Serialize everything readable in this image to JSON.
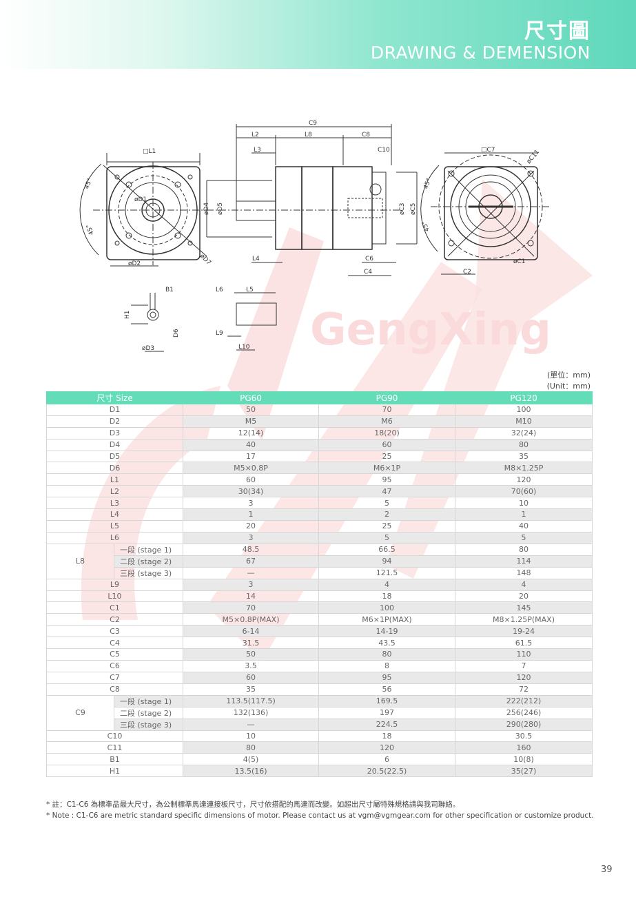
{
  "header": {
    "title_zh": "尺寸圖",
    "title_en": "DRAWING & DEMENSION"
  },
  "drawing_labels": {
    "C9": "C9",
    "L2": "L2",
    "L8": "L8",
    "C8": "C8",
    "L3": "L3",
    "C10": "C10",
    "L1": "□L1",
    "C7": "□C7",
    "C11": "øC11",
    "D1": "øD1",
    "D2": "øD2",
    "D7": "øD7",
    "D4": "øD4",
    "D5": "øD5",
    "C3": "øC3",
    "C5": "øC5",
    "L4": "L4",
    "C6": "C6",
    "C4": "C4",
    "C1": "øC1",
    "C2": "C2",
    "A45": "45°",
    "B1": "B1",
    "H1": "H1",
    "D6": "D6",
    "D3": "øD3",
    "L6": "L6",
    "L5": "L5",
    "L9": "L9",
    "L10": "L10"
  },
  "watermark": "GengXing",
  "unit": {
    "zh": "(單位：mm)",
    "en": "(Unit：mm)"
  },
  "table": {
    "headers": [
      "尺寸 Size",
      "PG60",
      "PG90",
      "PG120"
    ],
    "rows": [
      {
        "label": "D1",
        "v": [
          "50",
          "70",
          "100"
        ]
      },
      {
        "label": "D2",
        "v": [
          "M5",
          "M6",
          "M10"
        ]
      },
      {
        "label": "D3",
        "v": [
          "12(14)",
          "18(20)",
          "32(24)"
        ]
      },
      {
        "label": "D4",
        "v": [
          "40",
          "60",
          "80"
        ]
      },
      {
        "label": "D5",
        "v": [
          "17",
          "25",
          "35"
        ]
      },
      {
        "label": "D6",
        "v": [
          "M5×0.8P",
          "M6×1P",
          "M8×1.25P"
        ]
      },
      {
        "label": "L1",
        "v": [
          "60",
          "95",
          "120"
        ]
      },
      {
        "label": "L2",
        "v": [
          "30(34)",
          "47",
          "70(60)"
        ]
      },
      {
        "label": "L3",
        "v": [
          "3",
          "5",
          "10"
        ]
      },
      {
        "label": "L4",
        "v": [
          "1",
          "2",
          "1"
        ]
      },
      {
        "label": "L5",
        "v": [
          "20",
          "25",
          "40"
        ]
      },
      {
        "label": "L6",
        "v": [
          "3",
          "5",
          "5"
        ]
      },
      {
        "label": "L8",
        "sub": "一段 (stage 1)",
        "v": [
          "48.5",
          "66.5",
          "80"
        ]
      },
      {
        "sub": "二段 (stage 2)",
        "v": [
          "67",
          "94",
          "114"
        ]
      },
      {
        "sub": "三段 (stage 3)",
        "v": [
          "—",
          "121.5",
          "148"
        ]
      },
      {
        "label": "L9",
        "v": [
          "3",
          "4",
          "4"
        ]
      },
      {
        "label": "L10",
        "v": [
          "14",
          "18",
          "20"
        ]
      },
      {
        "label": "C1",
        "v": [
          "70",
          "100",
          "145"
        ]
      },
      {
        "label": "C2",
        "v": [
          "M5×0.8P(MAX)",
          "M6×1P(MAX)",
          "M8×1.25P(MAX)"
        ]
      },
      {
        "label": "C3",
        "v": [
          "6-14",
          "14-19",
          "19-24"
        ]
      },
      {
        "label": "C4",
        "v": [
          "31.5",
          "43.5",
          "61.5"
        ]
      },
      {
        "label": "C5",
        "v": [
          "50",
          "80",
          "110"
        ]
      },
      {
        "label": "C6",
        "v": [
          "3.5",
          "8",
          "7"
        ]
      },
      {
        "label": "C7",
        "v": [
          "60",
          "95",
          "120"
        ]
      },
      {
        "label": "C8",
        "v": [
          "35",
          "56",
          "72"
        ]
      },
      {
        "label": "C9",
        "sub": "一段 (stage 1)",
        "v": [
          "113.5(117.5)",
          "169.5",
          "222(212)"
        ]
      },
      {
        "sub": "二段 (stage 2)",
        "v": [
          "132(136)",
          "197",
          "256(246)"
        ]
      },
      {
        "sub": "三段 (stage 3)",
        "v": [
          "—",
          "224.5",
          "290(280)"
        ]
      },
      {
        "label": "C10",
        "v": [
          "10",
          "18",
          "30.5"
        ]
      },
      {
        "label": "C11",
        "v": [
          "80",
          "120",
          "160"
        ]
      },
      {
        "label": "B1",
        "v": [
          "4(5)",
          "6",
          "10(8)"
        ]
      },
      {
        "label": "H1",
        "v": [
          "13.5(16)",
          "20.5(22.5)",
          "35(27)"
        ]
      }
    ]
  },
  "notes": {
    "zh": "* 註：C1-C6 為標準品最大尺寸，為公制標準馬達連接板尺寸，尺寸依搭配的馬達而改變。如超出尺寸屬特殊規格請與我司聯絡。",
    "en": "* Note : C1-C6 are metric standard specific dimensions of motor. Please contact us at vgm@vgmgear.com for other specification or customize product."
  },
  "page_number": "39"
}
